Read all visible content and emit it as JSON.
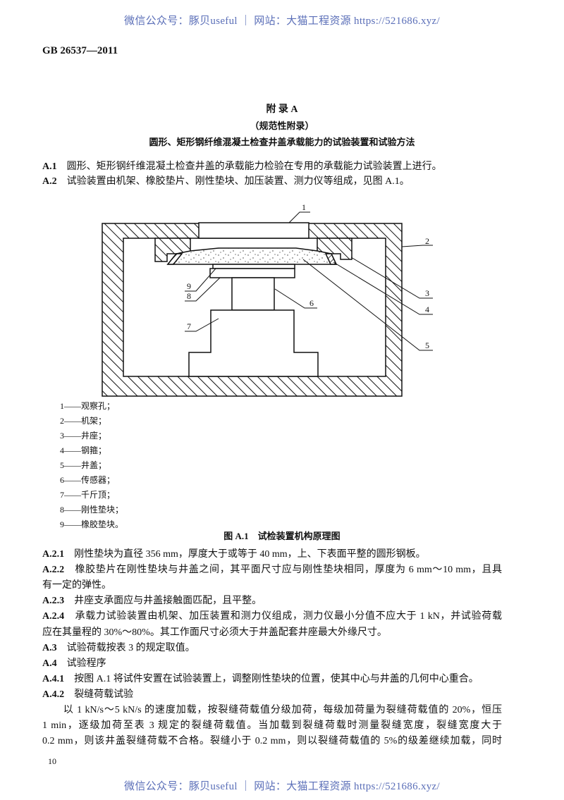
{
  "watermark": "微信公众号：豚贝useful ｜ 网站：大猫工程资源 https://521686.xyz/",
  "header": "GB 26537—2011",
  "appendix": {
    "title": "附 录 A",
    "subtitle": "（规范性附录）",
    "heading": "圆形、矩形钢纤维混凝土检查井盖承载能力的试验装置和试验方法"
  },
  "clauses_top": [
    {
      "num": "A.1",
      "text": "圆形、矩形钢纤维混凝土检查井盖的承载能力检验在专用的承载能力试验装置上进行。"
    },
    {
      "num": "A.2",
      "text": "试验装置由机架、橡胶垫片、刚性垫块、加压装置、测力仪等组成，见图 A.1。"
    }
  ],
  "figure": {
    "callouts": [
      "1",
      "2",
      "3",
      "4",
      "5",
      "6",
      "7",
      "8",
      "9"
    ],
    "legend": [
      "1——观察孔；",
      "2——机架；",
      "3——井座；",
      "4——钢箍；",
      "5——井盖；",
      "6——传感器；",
      "7——千斤顶；",
      "8——刚性垫块；",
      "9——橡胶垫块。"
    ],
    "caption": "图 A.1　试检装置机构原理图"
  },
  "body_lines": [
    {
      "num": "A.2.1",
      "text": "刚性垫块为直径 356 mm，厚度大于或等于 40 mm，上、下表面平整的圆形钢板。",
      "full": false
    },
    {
      "num": "A.2.2",
      "text": "橡胶垫片在刚性垫块与井盖之间，其平面尺寸应与刚性垫块相同，厚度为 6 mm～10 mm，且具",
      "full": true
    },
    {
      "num": "",
      "text": "有一定的弹性。",
      "full": false
    },
    {
      "num": "A.2.3",
      "text": "井座支承面应与井盖接触面匹配，且平整。",
      "full": false
    },
    {
      "num": "A.2.4",
      "text": "承载力试验装置由机架、加压装置和测力仪组成，测力仪最小分值不应大于 1 kN，并试验荷载",
      "full": true
    },
    {
      "num": "",
      "text": "应在其量程的 30%～80%。其工作面尺寸必须大于井盖配套井座最大外缘尺寸。",
      "full": false
    },
    {
      "num": "A.3",
      "text": "试验荷载按表 3 的规定取值。",
      "full": false
    },
    {
      "num": "A.4",
      "text": "试验程序",
      "full": false
    },
    {
      "num": "A.4.1",
      "text": "按图 A.1 将试件安置在试验装置上，调整刚性垫块的位置，使其中心与井盖的几何中心重合。",
      "full": false
    },
    {
      "num": "A.4.2",
      "text": "裂缝荷载试验",
      "full": false
    },
    {
      "num": "",
      "text": "　　以 1 kN/s～5 kN/s 的速度加载，按裂缝荷载值分级加荷，每级加荷量为裂缝荷载值的 20%，恒压",
      "full": true
    },
    {
      "num": "",
      "text": "1 min，逐级加荷至表 3 规定的裂缝荷载值。当加载到裂缝荷载时测量裂缝宽度，裂缝宽度大于",
      "full": true
    },
    {
      "num": "",
      "text": "0.2 mm，则该井盖裂缝荷载不合格。裂缝小于 0.2 mm，则以裂缝荷载值的 5%的级差继续加载，同时",
      "full": true
    }
  ],
  "page_number": "10",
  "colors": {
    "watermark": "#5b6fb8",
    "text": "#111111"
  }
}
